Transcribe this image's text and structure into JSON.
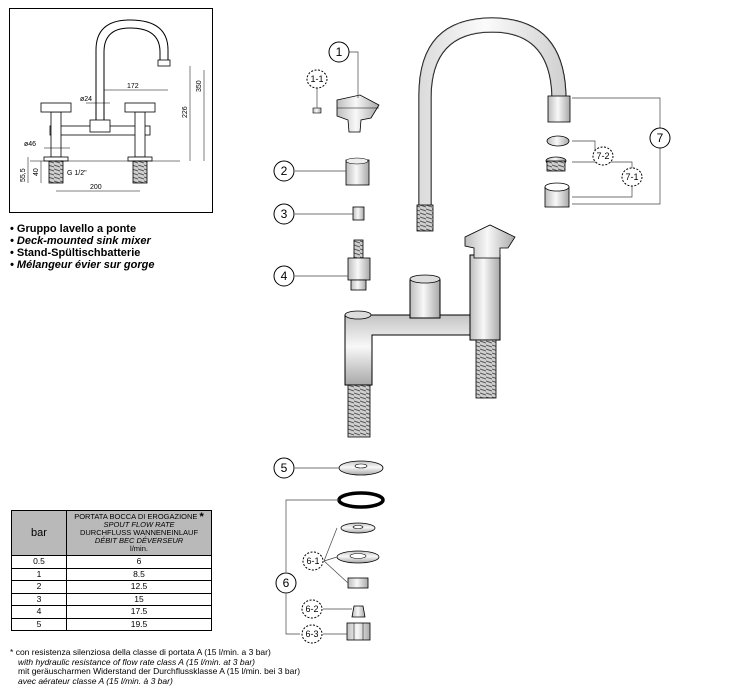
{
  "drawing": {
    "dimensions": {
      "d350": "350",
      "d226": "226",
      "d172": "172",
      "d200": "200",
      "d_phi24": "ø24",
      "d_phi46": "ø46",
      "d40": "40",
      "d55_5": "55,5",
      "thread": "G 1/2\""
    }
  },
  "description": {
    "it": "• Gruppo lavello a ponte",
    "en": "• Deck-mounted sink mixer",
    "de": "• Stand-Spültischbatterie",
    "fr": "• Mélangeur évier sur gorge"
  },
  "parts": {
    "p1": "1",
    "p1_1": "1-1",
    "p2": "2",
    "p3": "3",
    "p4": "4",
    "p5": "5",
    "p6": "6",
    "p6_1": "6-1",
    "p6_2": "6-2",
    "p6_3": "6-3",
    "p7": "7",
    "p7_1": "7-1",
    "p7_2": "7-2"
  },
  "flow_table": {
    "col1_header": "bar",
    "col2_header_it": "PORTATA BOCCA DI EROGAZIONE",
    "col2_header_en": "SPOUT FLOW RATE",
    "col2_header_de": "DURCHFLUSS WANNENEINLAUF",
    "col2_header_fr": "DÉBIT BEC DÉVERSEUR",
    "col2_unit": "l/min.",
    "star": "*",
    "rows": [
      {
        "bar": "0.5",
        "flow": "6"
      },
      {
        "bar": "1",
        "flow": "8.5"
      },
      {
        "bar": "2",
        "flow": "12.5"
      },
      {
        "bar": "3",
        "flow": "15"
      },
      {
        "bar": "4",
        "flow": "17.5"
      },
      {
        "bar": "5",
        "flow": "19.5"
      }
    ]
  },
  "footnote": {
    "star": "*",
    "it": "con resistenza silenziosa della classe di portata A (15 l/min. a 3 bar)",
    "en": "with hydraulic resistance of flow rate class A (15 l/min. at 3 bar)",
    "de": "mit geräuscharmen Widerstand der Durchflussklasse A (15 l/min. bei 3 bar)",
    "fr": "avec aérateur classe A (15 l/min. à 3 bar)"
  },
  "colors": {
    "line": "#000000",
    "part_fill": "#e6e6e6",
    "table_header": "#b9b9b9"
  }
}
